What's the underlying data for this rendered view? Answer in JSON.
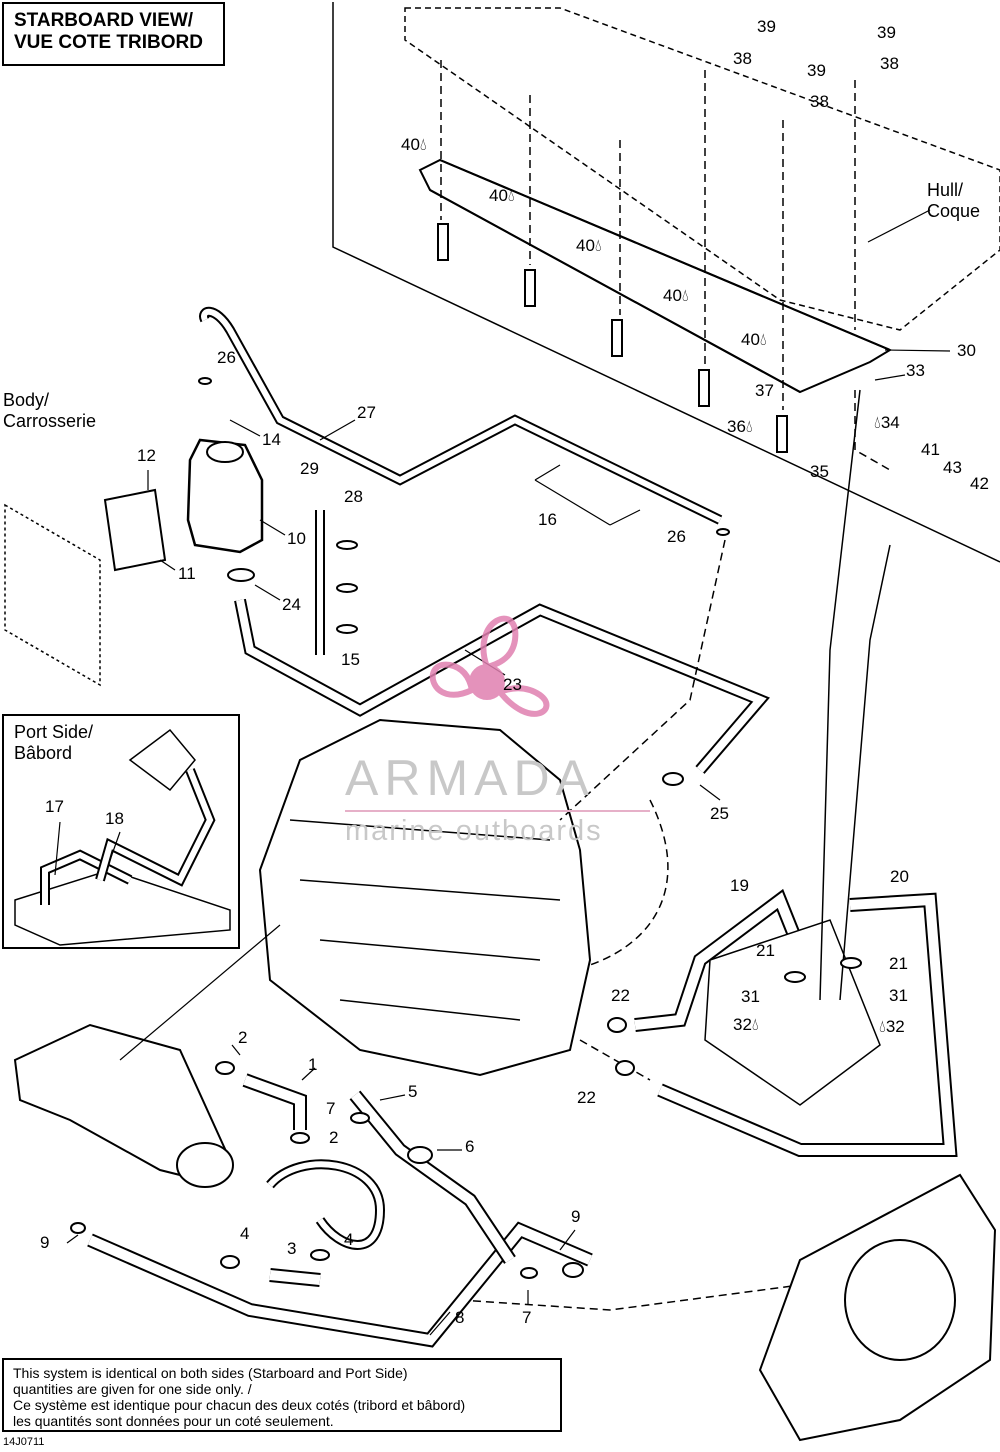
{
  "title": {
    "line1": "STARBOARD VIEW/",
    "line2": "VUE COTE TRIBORD"
  },
  "port_side": {
    "line1": "Port Side/",
    "line2": "Bâbord"
  },
  "body_label": {
    "line1": "Body/",
    "line2": "Carrosserie"
  },
  "hull_label": {
    "line1": "Hull/",
    "line2": "Coque"
  },
  "note": {
    "line1": "This system is identical on both sides (Starboard and Port Side)",
    "line2": "quantities are given for one side only. /",
    "line3": "Ce système est identique pour chacun des deux cotés (tribord et bâbord)",
    "line4": "les quantités sont données pour un coté seulement."
  },
  "diagram_code": "14J0711",
  "watermark": {
    "name": "ARMADA",
    "tagline": "marine outboards",
    "color": "#e080b0"
  },
  "callouts": [
    {
      "text": "39"
    },
    {
      "text": "38"
    },
    {
      "text": "39"
    },
    {
      "text": "38"
    },
    {
      "text": "39"
    },
    {
      "text": "38"
    },
    {
      "text": "40"
    },
    {
      "text": "40"
    },
    {
      "text": "40"
    },
    {
      "text": "40"
    },
    {
      "text": "40"
    },
    {
      "text": "30"
    },
    {
      "text": "33"
    },
    {
      "text": "34"
    },
    {
      "text": "37"
    },
    {
      "text": "36"
    },
    {
      "text": "35"
    },
    {
      "text": "41"
    },
    {
      "text": "43"
    },
    {
      "text": "42"
    },
    {
      "text": "26"
    },
    {
      "text": "27"
    },
    {
      "text": "14"
    },
    {
      "text": "12"
    },
    {
      "text": "29"
    },
    {
      "text": "28"
    },
    {
      "text": "10"
    },
    {
      "text": "11"
    },
    {
      "text": "16"
    },
    {
      "text": "26"
    },
    {
      "text": "24"
    },
    {
      "text": "15"
    },
    {
      "text": "23"
    },
    {
      "text": "17"
    },
    {
      "text": "18"
    },
    {
      "text": "25"
    },
    {
      "text": "19"
    },
    {
      "text": "20"
    },
    {
      "text": "21"
    },
    {
      "text": "21"
    },
    {
      "text": "22"
    },
    {
      "text": "31"
    },
    {
      "text": "31"
    },
    {
      "text": "32"
    },
    {
      "text": "32"
    },
    {
      "text": "22"
    },
    {
      "text": "2"
    },
    {
      "text": "1"
    },
    {
      "text": "5"
    },
    {
      "text": "7"
    },
    {
      "text": "2"
    },
    {
      "text": "6"
    },
    {
      "text": "9"
    },
    {
      "text": "9"
    },
    {
      "text": "4"
    },
    {
      "text": "4"
    },
    {
      "text": "3"
    },
    {
      "text": "7"
    },
    {
      "text": "8"
    }
  ]
}
